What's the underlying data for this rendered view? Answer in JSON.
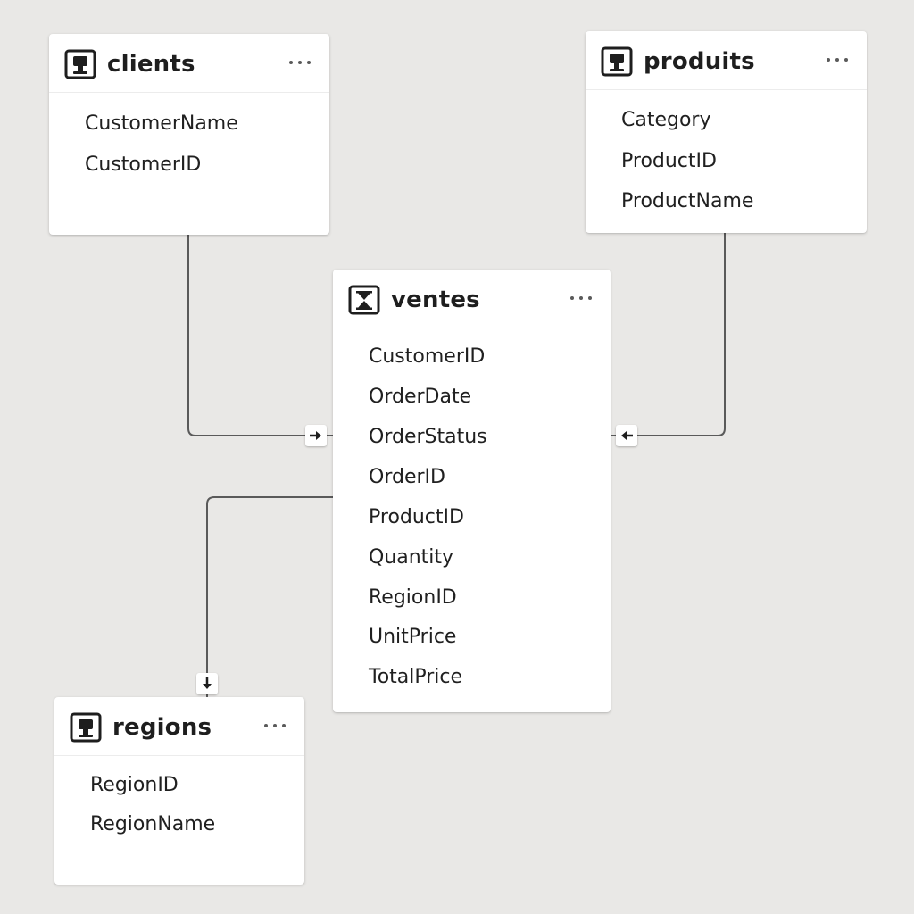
{
  "colors": {
    "canvas": "#e9e8e6",
    "card": "#ffffff",
    "text": "#1e1e1e",
    "connector": "#5a5a5a"
  },
  "tables": {
    "clients": {
      "title": "clients",
      "icon": "table-icon",
      "fields": [
        "CustomerName",
        "CustomerID"
      ]
    },
    "produits": {
      "title": "produits",
      "icon": "table-icon",
      "fields": [
        "Category",
        "ProductID",
        "ProductName"
      ]
    },
    "ventes": {
      "title": "ventes",
      "icon": "fact-table-icon",
      "fields": [
        "CustomerID",
        "OrderDate",
        "OrderStatus",
        "OrderID",
        "ProductID",
        "Quantity",
        "RegionID",
        "UnitPrice",
        "TotalPrice"
      ]
    },
    "regions": {
      "title": "regions",
      "icon": "table-icon",
      "fields": [
        "RegionID",
        "RegionName"
      ]
    }
  },
  "relationships": [
    {
      "from": "clients",
      "to": "ventes",
      "direction": "arrow-right-icon"
    },
    {
      "from": "produits",
      "to": "ventes",
      "direction": "arrow-left-icon"
    },
    {
      "from": "ventes",
      "to": "regions",
      "direction": "arrow-down-icon"
    }
  ]
}
